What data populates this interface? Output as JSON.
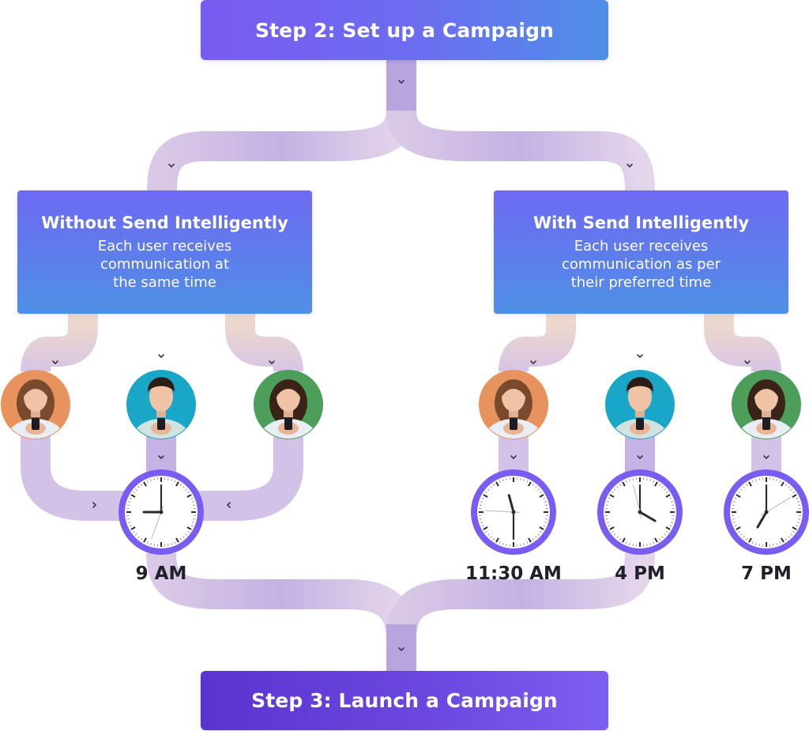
{
  "step_top": {
    "label": "Step 2: Set up a Campaign"
  },
  "step_bottom": {
    "label": "Step 3: Launch a Campaign"
  },
  "left_panel": {
    "title": "Without Send Intelligently",
    "description": "Each user receives\ncommunication at\nthe same time"
  },
  "right_panel": {
    "title": "With Send Intelligently",
    "description": "Each user receives\ncommunication as per\ntheir preferred time"
  },
  "left_time": {
    "label": "9 AM",
    "hour": 9,
    "minute": 0
  },
  "right_times": [
    {
      "label": "11:30 AM",
      "hour": 11,
      "minute": 30
    },
    {
      "label": "4 PM",
      "hour": 4,
      "minute": 0
    },
    {
      "label": "7 PM",
      "hour": 7,
      "minute": 0
    }
  ],
  "users": [
    {
      "name": "user-woman-orange",
      "color": "#e8935d"
    },
    {
      "name": "user-man-blue",
      "color": "#1aa6c6"
    },
    {
      "name": "user-woman-green",
      "color": "#4c9e5a"
    }
  ],
  "colors": {
    "path_purple": "#cbb9e6",
    "path_peach": "#f2dccb",
    "clock_ring": "#7b5cf0",
    "accent": "#6d6af2"
  }
}
